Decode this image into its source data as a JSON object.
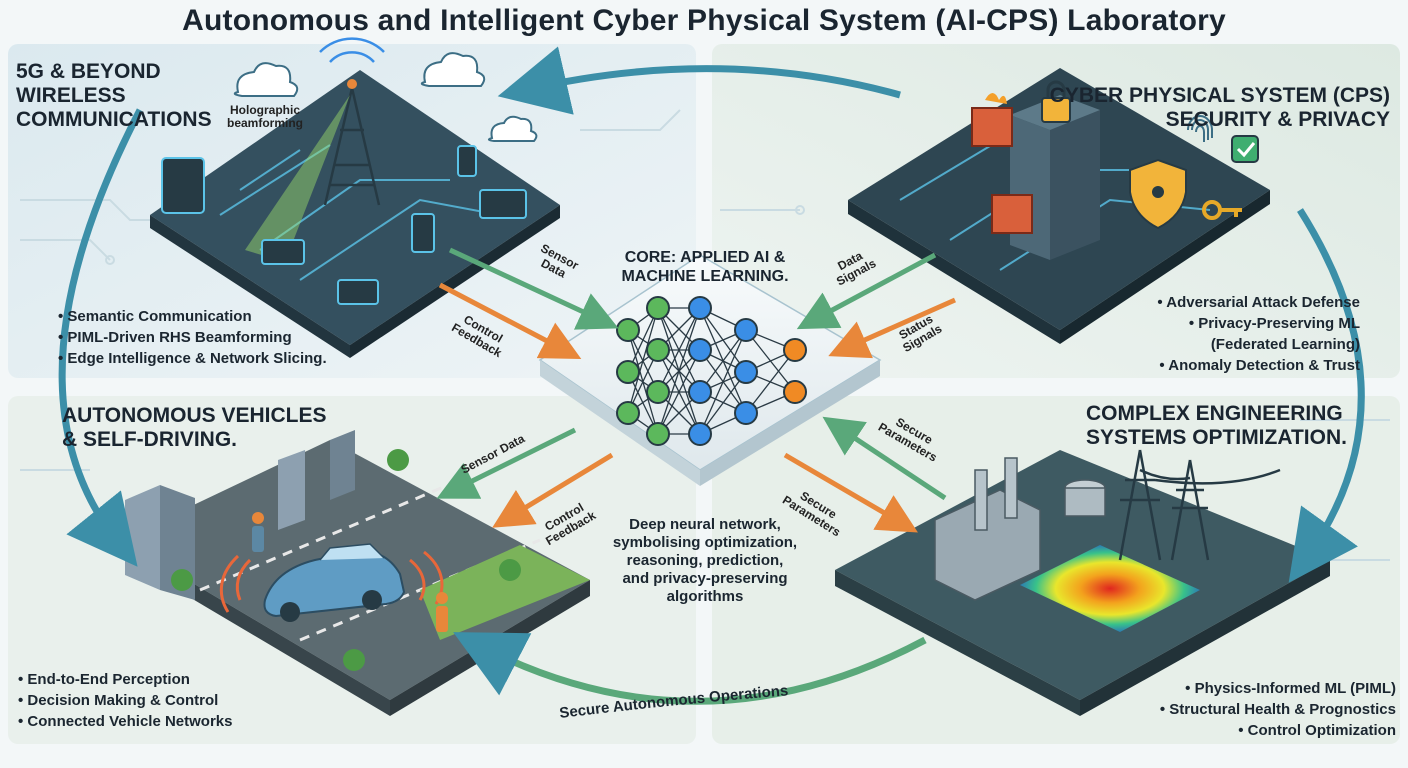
{
  "title": "Autonomous and Intelligent Cyber Physical System (AI-CPS) Laboratory",
  "quadrants": {
    "wireless": {
      "title_lines": [
        "5G & BEYOND",
        "WIRELESS",
        "COMMUNICATIONS"
      ],
      "callout": [
        "Holographic",
        "beamforming"
      ],
      "bullets": [
        "Semantic Communication",
        "PIML-Driven RHS Beamforming",
        "Edge Intelligence & Network Slicing."
      ]
    },
    "security": {
      "title_lines": [
        "CYBER PHYSICAL SYSTEM (CPS)",
        "SECURITY & PRIVACY"
      ],
      "bullets": [
        "Adversarial Attack Defense",
        "Privacy-Preserving ML",
        "(Federated Learning)",
        "Anomaly Detection & Trust"
      ]
    },
    "vehicles": {
      "title_lines": [
        "AUTONOMOUS VEHICLES",
        "& SELF-DRIVING."
      ],
      "bullets": [
        "End-to-End Perception",
        "Decision Making & Control",
        "Connected Vehicle Networks"
      ]
    },
    "engineering": {
      "title_lines": [
        "COMPLEX ENGINEERING",
        "SYSTEMS OPTIMIZATION."
      ],
      "bullets": [
        "Physics-Informed ML (PIML)",
        "Structural Health & Prognostics",
        "Control Optimization"
      ]
    }
  },
  "core": {
    "title_lines": [
      "CORE: APPLIED AI &",
      "MACHINE LEARNING."
    ],
    "description_lines": [
      "Deep neural network,",
      "symbolising optimization,",
      "reasoning, prediction,",
      "and privacy-preserving",
      "algorithms"
    ]
  },
  "flows": {
    "tl_in": [
      "Sensor",
      "Data"
    ],
    "tl_out": [
      "Control",
      "Feedback"
    ],
    "tr_in": [
      "Data",
      "Signals"
    ],
    "tr_out": [
      "Status",
      "Signals"
    ],
    "bl_in": [
      "Sensor Data"
    ],
    "bl_out": [
      "Control",
      "Feedback"
    ],
    "br_in": [
      "Secure",
      "Parameters"
    ],
    "br_out": [
      "Secure",
      "Parameters"
    ],
    "loop": "Secure Autonomous Operations"
  },
  "colors": {
    "accent_teal": "#3c8fa8",
    "arrow_green": "#5aa87a",
    "arrow_orange": "#e8873a",
    "node_green": "#5cb85c",
    "node_blue": "#3a8ee6",
    "node_orange": "#f08a24",
    "platform": "#2f4654"
  },
  "icons": [
    "cell-tower-icon",
    "cloud-icon",
    "padlock-icon",
    "shield-icon",
    "fingerprint-icon",
    "firewall-icon",
    "server-icon",
    "car-icon",
    "building-icon",
    "tree-icon",
    "factory-icon",
    "power-pylon-icon",
    "heatmap-icon",
    "neural-network-icon"
  ]
}
